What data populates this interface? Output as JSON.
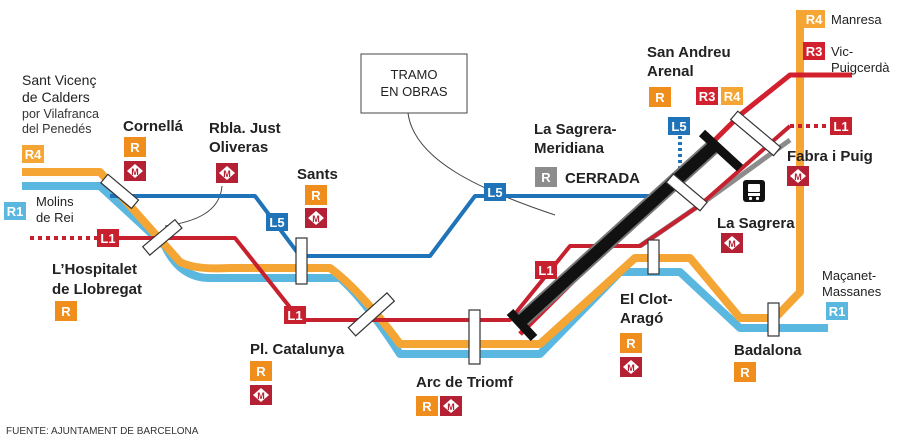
{
  "colors": {
    "l1": "#c7202f",
    "l5": "#1f73b8",
    "r1": "#5ab7df",
    "r3": "#d3202f",
    "r4": "#f5a533",
    "renfe": "#f08e1d",
    "metro": "#b52134",
    "closed": "#8c8c8c",
    "works": "#111111",
    "bus": "#111111"
  },
  "line_labels": {
    "l1": "L1",
    "l5": "L5",
    "r1": "R1",
    "r3": "R3",
    "r4": "R4",
    "renfe": "R"
  },
  "icons": {
    "metro": "metro-diamond-icon",
    "renfe": "renfe-r-icon",
    "bus": "bus-icon"
  },
  "stations": {
    "sant_vicenc": [
      "Sant Vicenç",
      "de Calders"
    ],
    "sant_vicenc_sub": [
      "por Vilafranca",
      "del Penedés"
    ],
    "molins": [
      "Molins",
      "de Rei"
    ],
    "cornella": "Cornellá",
    "rbla_just": [
      "Rbla. Just",
      "Oliveras"
    ],
    "sants": "Sants",
    "hospitalet": [
      "L’Hospitalet",
      "de Llobregat"
    ],
    "pl_catalunya": "Pl. Catalunya",
    "arc_triomf": "Arc de Triomf",
    "sagrera_meridiana": [
      "La Sagrera-",
      "Meridiana"
    ],
    "cerrada": "CERRADA",
    "san_andreu": [
      "San Andreu",
      "Arenal"
    ],
    "la_sagrera": "La Sagrera",
    "fabra": "Fabra i Puig",
    "el_clot": [
      "El Clot-",
      "Aragó"
    ],
    "badalona": "Badalona",
    "manresa": "Manresa",
    "vic": [
      "Vic-",
      "Puigcerdà"
    ],
    "macanet": [
      "Maçanet-",
      "Massanes"
    ]
  },
  "callout": [
    "TRAMO",
    "EN OBRAS"
  ],
  "source": "FUENTE: AJUNTAMENT DE BARCELONA"
}
